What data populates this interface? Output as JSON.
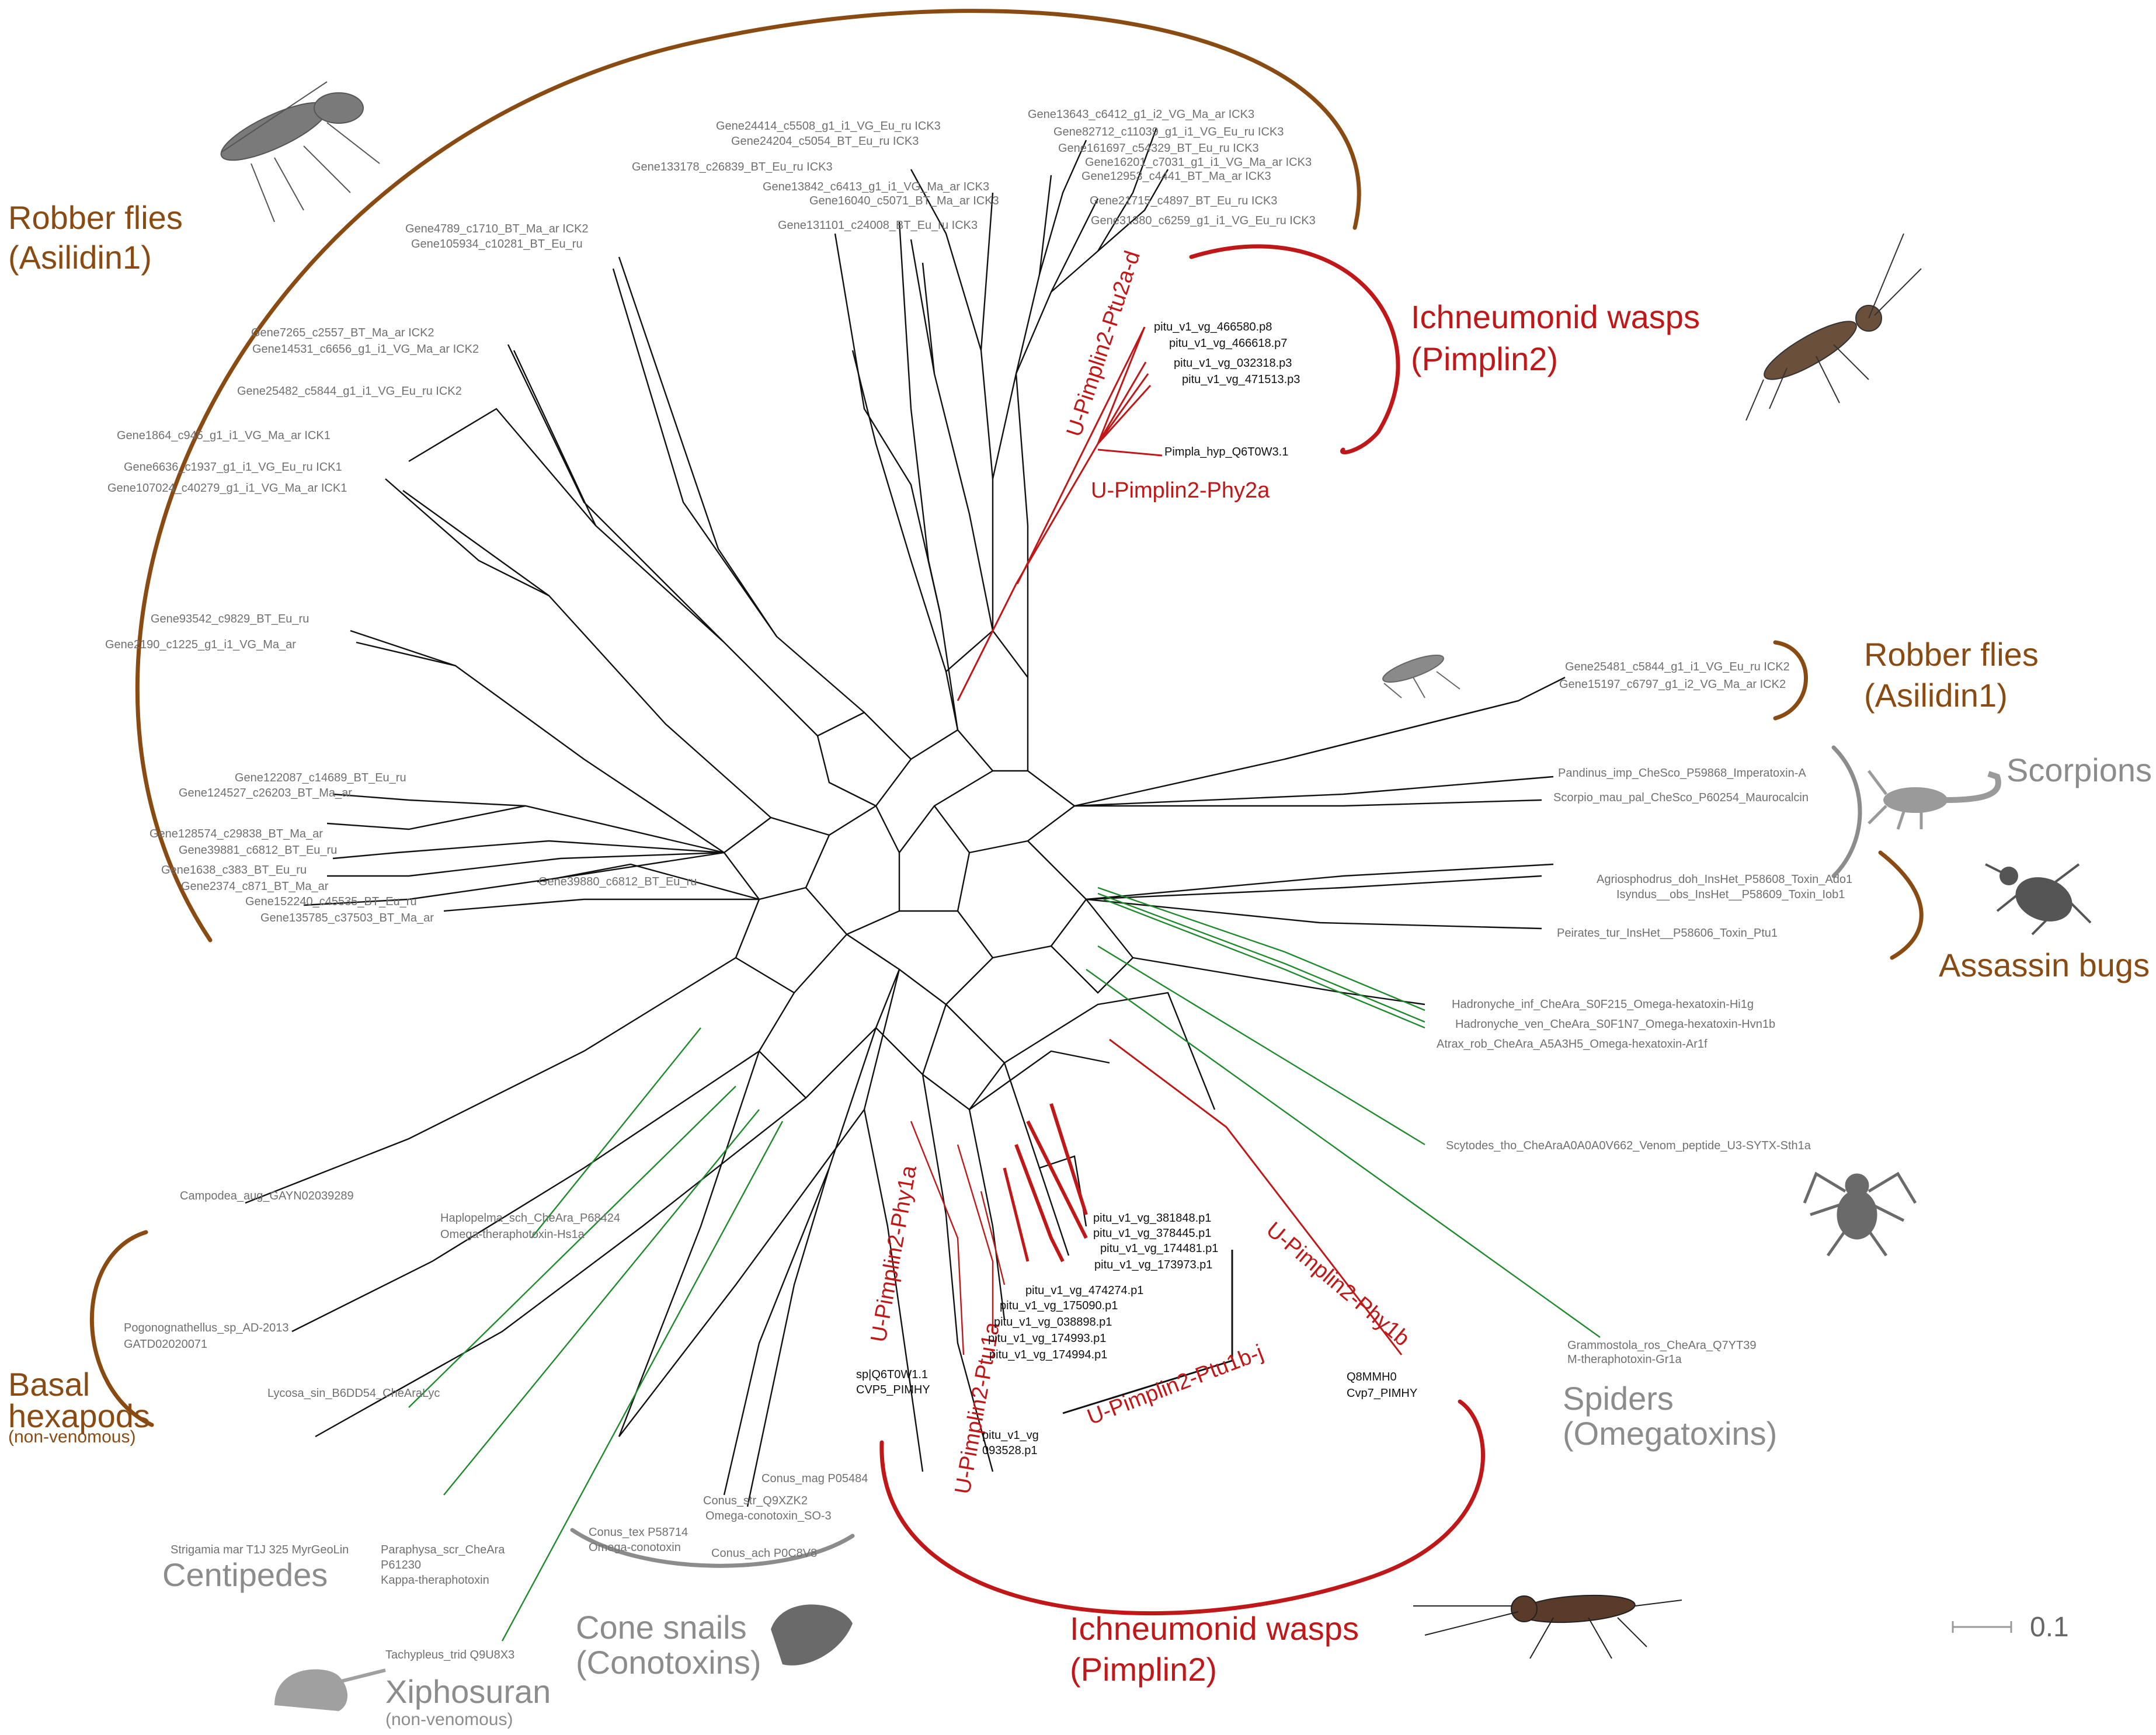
{
  "colors": {
    "brown": "#8a4b12",
    "red": "#c01818",
    "gray": "#8c8c8c",
    "green": "#1d8a2b",
    "edge": "#111111"
  },
  "groups": {
    "robber_top": {
      "line1": "Robber flies",
      "line2": "(Asilidin1)"
    },
    "ich_top": {
      "line1": "Ichneumonid wasps",
      "line2": "(Pimplin2)"
    },
    "robber_right": {
      "line1": "Robber flies",
      "line2": "(Asilidin1)"
    },
    "scorpions": {
      "line1": "Scorpions"
    },
    "assassin": {
      "line1": "Assassin bugs"
    },
    "spiders": {
      "line1": "Spiders",
      "line2": "(Omegatoxins)"
    },
    "ich_bottom": {
      "line1": "Ichneumonid wasps",
      "line2": "(Pimplin2)"
    },
    "cone": {
      "line1": "Cone snails",
      "line2": "(Conotoxins)"
    },
    "xipho": {
      "line1": "Xiphosuran",
      "line2": "(non-venomous)"
    },
    "centi": {
      "line1": "Centipedes"
    },
    "basal": {
      "line1": "Basal",
      "line2": "hexapods",
      "line3": "(non-venomous)"
    }
  },
  "clade_labels": {
    "ptu2a": "U-Pimplin2-Ptu2a-d",
    "phy2a": "U-Pimplin2-Phy2a",
    "phy1a": "U-Pimplin2-Phy1a",
    "ptu1a": "U-Pimplin2-Ptu1a",
    "ptu1bj": "U-Pimplin2-Ptu1b-j",
    "phy1b": "U-Pimplin2-Phy1b"
  },
  "scale_bar": {
    "label": "0.1"
  },
  "leaves": {
    "t1": "Gene24414_c5508_g1_i1_VG_Eu_ru ICK3",
    "t2": "Gene24204_c5054_BT_Eu_ru ICK3",
    "t3": "Gene133178_c26839_BT_Eu_ru ICK3",
    "t4": "Gene13842_c6413_g1_i1_VG_Ma_ar ICK3",
    "t5": "Gene16040_c5071_BT_Ma_ar ICK3",
    "t6": "Gene131101_c24008_BT_Eu_ru ICK3",
    "t7": "Gene13643_c6412_g1_i2_VG_Ma_ar ICK3",
    "t8": "Gene82712_c11039_g1_i1_VG_Eu_ru ICK3",
    "t9": "Gene161697_c54329_BT_Eu_ru ICK3",
    "t10": "Gene16201_c7031_g1_i1_VG_Ma_ar ICK3",
    "t11": "Gene12953_c4441_BT_Ma_ar ICK3",
    "t12": "Gene21715_c4897_BT_Eu_ru ICK3",
    "t13": "Gene31380_c6259_g1_i1_VG_Eu_ru ICK3",
    "l1": "Gene4789_c1710_BT_Ma_ar ICK2",
    "l2": "Gene105934_c10281_BT_Eu_ru",
    "l3": "Gene7265_c2557_BT_Ma_ar ICK2",
    "l4": "Gene14531_c6656_g1_i1_VG_Ma_ar ICK2",
    "l5": "Gene25482_c5844_g1_i1_VG_Eu_ru ICK2",
    "l6": "Gene1864_c945_g1_i1_VG_Ma_ar ICK1",
    "l7": "Gene6636_c1937_g1_i1_VG_Eu_ru ICK1",
    "l8": "Gene107024_c40279_g1_i1_VG_Ma_ar ICK1",
    "l9": "Gene93542_c9829_BT_Eu_ru",
    "l10": "Gene2190_c1225_g1_i1_VG_Ma_ar",
    "l11": "Gene122087_c14689_BT_Eu_ru",
    "l12": "Gene124527_c26203_BT_Ma_ar",
    "l13": "Gene128574_c29838_BT_Ma_ar",
    "l14": "Gene39881_c6812_BT_Eu_ru",
    "l15": "Gene1638_c383_BT_Eu_ru",
    "l16": "Gene2374_c871_BT_Ma_ar",
    "l17": "Gene152240_c45535_BT_Eu_ru",
    "l18": "Gene135785_c37503_BT_Ma_ar",
    "l19": "Gene39880_c6812_BT_Eu_ru",
    "p1": "pitu_v1_vg_466580.p8",
    "p2": "pitu_v1_vg_466618.p7",
    "p3": "pitu_v1_vg_032318.p3",
    "p4": "pitu_v1_vg_471513.p3",
    "p5": "Pimpla_hyp_Q6T0W3.1",
    "r1": "Gene25481_c5844_g1_i1_VG_Eu_ru ICK2",
    "r2": "Gene15197_c6797_g1_i2_VG_Ma_ar ICK2",
    "s1": "Pandinus_imp_CheSco_P59868_Imperatoxin-A",
    "s2": "Scorpio_mau_pal_CheSco_P60254_Maurocalcin",
    "a1": "Agriosphodrus_doh_InsHet_P58608_Toxin_Ado1",
    "a2": "Isyndus__obs_InsHet__P58609_Toxin_Iob1",
    "a3": "Peirates_tur_InsHet__P58606_Toxin_Ptu1",
    "h1": "Hadronyche_inf_CheAra_S0F215_Omega-hexatoxin-Hi1g",
    "h2": "Hadronyche_ven_CheAra_S0F1N7_Omega-hexatoxin-Hvn1b",
    "h3": "Atrax_rob_CheAra_A5A3H5_Omega-hexatoxin-Ar1f",
    "h4": "Scytodes_tho_CheAraA0A0A0V662_Venom_peptide_U3-SYTX-Sth1a",
    "g1": "Grammostola_ros_CheAra_Q7YT39",
    "g2": "M-theraphotoxin-Gr1a",
    "q1": "Q8MMH0",
    "q2": "Cvp7_PIMHY",
    "b1": "pitu_v1_vg_381848.p1",
    "b2": "pitu_v1_vg_378445.p1",
    "b3": "pitu_v1_vg_174481.p1",
    "b4": "pitu_v1_vg_173973.p1",
    "b5": "pitu_v1_vg_474274.p1",
    "b6": "pitu_v1_vg_175090.p1",
    "b7": "pitu_v1_vg_038898.p1",
    "b8": "pitu_v1_vg_174993.p1",
    "b9": "pitu_v1_vg_174994.p1",
    "b10": "pitu_v1_vg",
    "b11": "093528.p1",
    "c1": "sp|Q6T0W1.1",
    "c2": "CVP5_PIMHY",
    "k1": "Conus_mag P05484",
    "k2": "Conus_str_Q9XZK2",
    "k3": "Omega-conotoxin_SO-3",
    "k4": "Conus_tex P58714",
    "k5": "Omega-conotoxin",
    "k6": "Conus_ach P0C8V8",
    "m1": "Campodea_aug_GAYN02039289",
    "m2": "Haplopelma_sch_CheAra_P68424",
    "m3": "Omega-theraphotoxin-Hs1a",
    "m4": "Pogonognathellus_sp_AD-2013",
    "m5": "GATD02020071",
    "m6": "Lycosa_sin_B6DD54_CheAraLyc",
    "m7": "Strigamia mar T1J 325 MyrGeoLin",
    "m8": "Paraphysa_scr_CheAra",
    "m9": "P61230",
    "m10": "Kappa-theraphotoxin",
    "m11": "Tachypleus_trid Q9U8X3"
  }
}
